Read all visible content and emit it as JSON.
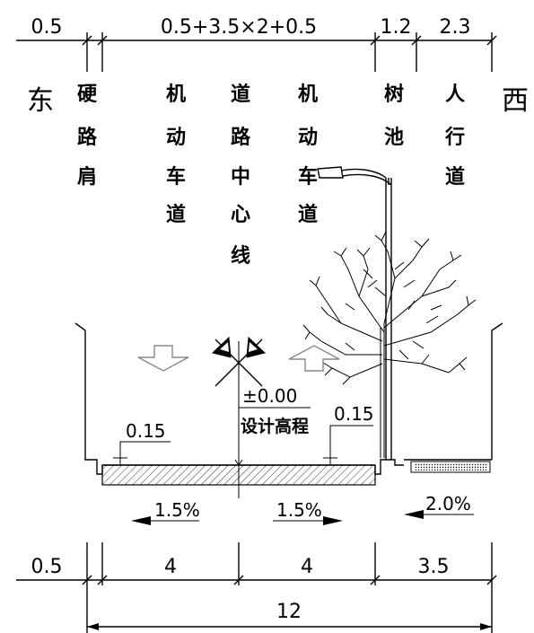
{
  "top_dims": {
    "shoulder": "0.5",
    "carriageway": "0.5+3.5×2+0.5",
    "tree_pit": "1.2",
    "sidewalk": "2.3"
  },
  "bottom_dims": {
    "shoulder": "0.5",
    "lane_left": "4",
    "lane_right": "4",
    "sidewalk": "3.5",
    "total": "12"
  },
  "direction": {
    "east": "东",
    "west": "西"
  },
  "columns": {
    "hard_shoulder": [
      "硬",
      "路",
      "肩"
    ],
    "motor_lane_left": [
      "机",
      "动",
      "车",
      "道"
    ],
    "center_line": [
      "道",
      "路",
      "中",
      "心",
      "线"
    ],
    "motor_lane_right": [
      "机",
      "动",
      "车",
      "道"
    ],
    "tree_pit": [
      "树",
      "池"
    ],
    "sidewalk": [
      "人",
      "行",
      "道"
    ]
  },
  "elevation": {
    "value": "±0.00",
    "label": "设计高程"
  },
  "curb_heights": {
    "left": "0.15",
    "right": "0.15"
  },
  "slopes": {
    "left": "1.5%",
    "right": "1.5%",
    "sidewalk": "2.0%"
  }
}
